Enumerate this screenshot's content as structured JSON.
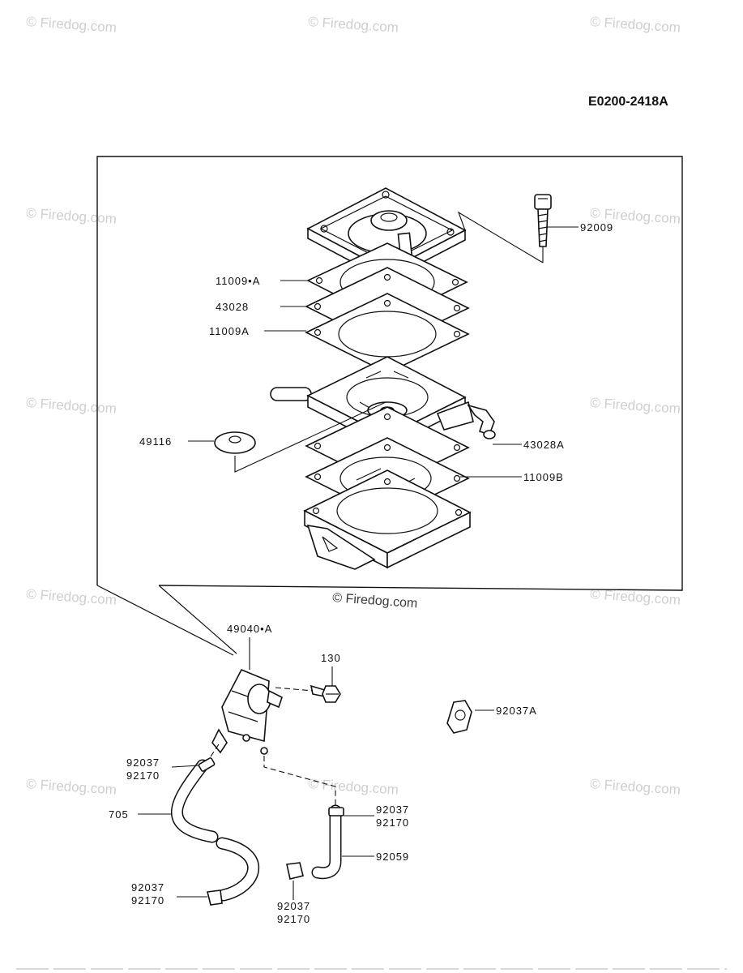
{
  "diagram_code": "E0200-2418A",
  "watermark": "© Firedog.com",
  "labels": {
    "l92009": "92009",
    "l11009_A": "11009•A",
    "l43028": "43028",
    "l11009A": "11009A",
    "l49116": "49116",
    "l43028A": "43028A",
    "l11009B": "11009B",
    "l49040_A": "49040•A",
    "l130": "130",
    "l92037A": "92037A",
    "l92037_a": "92037",
    "l92170_a": "92170",
    "l705": "705",
    "l92037_b": "92037",
    "l92170_b": "92170",
    "l92059": "92059",
    "l92037_c": "92037",
    "l92170_c": "92170",
    "l92037_d": "92037",
    "l92170_d": "92170"
  }
}
